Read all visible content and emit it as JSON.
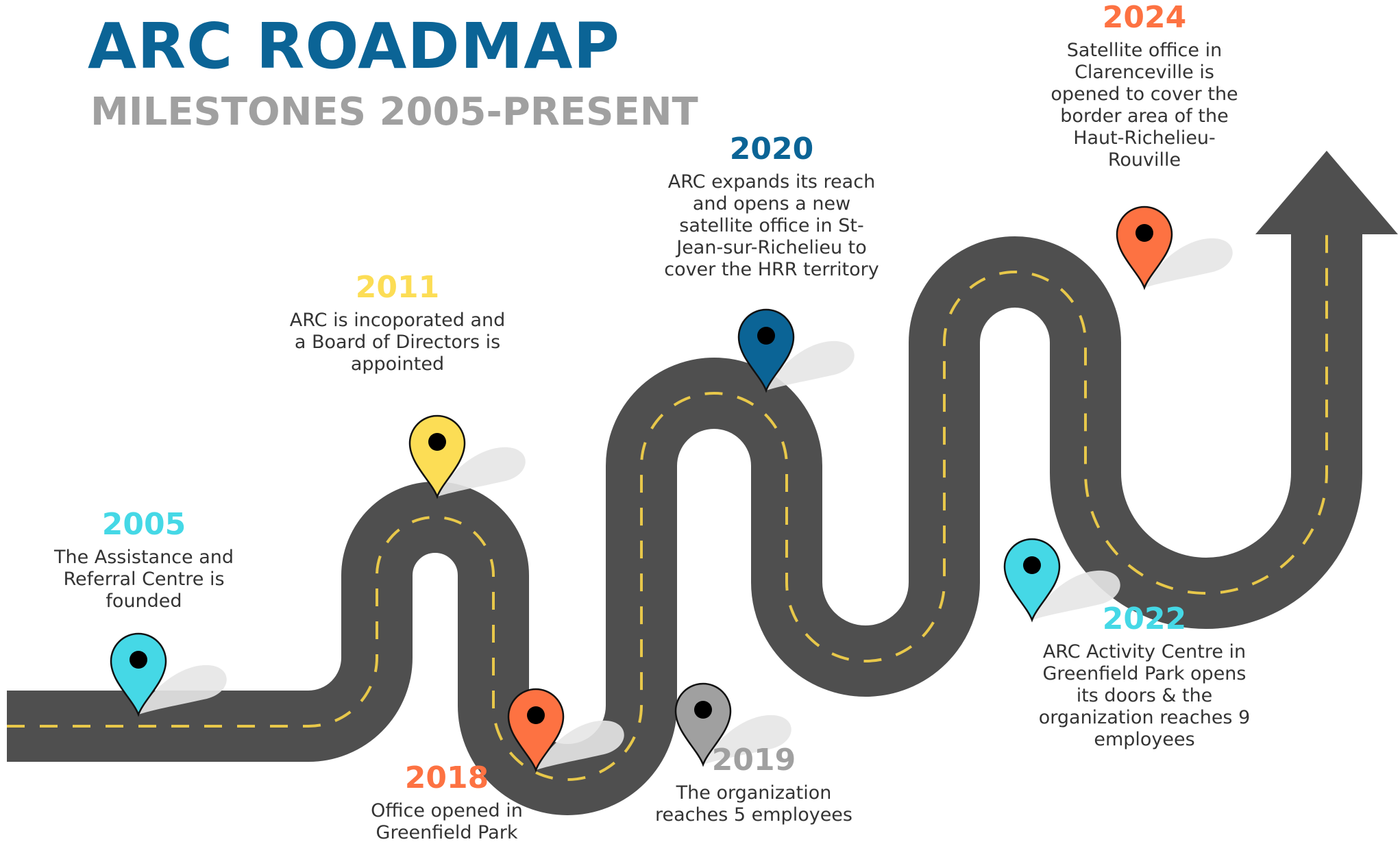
{
  "title": "ARC ROADMAP",
  "subtitle": "MILESTONES 2005-PRESENT",
  "colors": {
    "title": "#0b6496",
    "subtitle": "#a0a0a0",
    "road": "#4f4f4f",
    "road_dash": "#e8c84a",
    "arrow": "#4f4f4f",
    "pin_outline": "#111111",
    "pin_dot": "#000000",
    "pin_shadow": "#e6e6e6",
    "desc_text": "#333333"
  },
  "milestones": [
    {
      "id": "2005",
      "year": "2005",
      "description": "The Assistance and Referral Centre is founded",
      "color": "#45d8e6",
      "icon": "map-pin-icon"
    },
    {
      "id": "2011",
      "year": "2011",
      "description": "ARC is incoporated and a Board of Directors is appointed",
      "color": "#fcdd55",
      "icon": "map-pin-icon"
    },
    {
      "id": "2018",
      "year": "2018",
      "description": "Office opened in Greenfield Park",
      "color": "#fd7242",
      "icon": "map-pin-icon"
    },
    {
      "id": "2019",
      "year": "2019",
      "description": "The organization reaches 5 employees",
      "color": "#a0a0a0",
      "icon": "map-pin-icon"
    },
    {
      "id": "2020",
      "year": "2020",
      "description": "ARC expands its reach and opens a new satellite office in St-Jean-sur-Richelieu to cover the HRR territory",
      "color": "#0b6496",
      "icon": "map-pin-icon"
    },
    {
      "id": "2022",
      "year": "2022",
      "description": "ARC Activity Centre in Greenfield Park opens its doors & the organization reaches 9 employees",
      "color": "#45d8e6",
      "icon": "map-pin-icon"
    },
    {
      "id": "2024",
      "year": "2024",
      "description": "Satellite office in Clarenceville is opened to cover the border area of the Haut-Richelieu-Rouville",
      "color": "#fd7242",
      "icon": "map-pin-icon"
    }
  ]
}
